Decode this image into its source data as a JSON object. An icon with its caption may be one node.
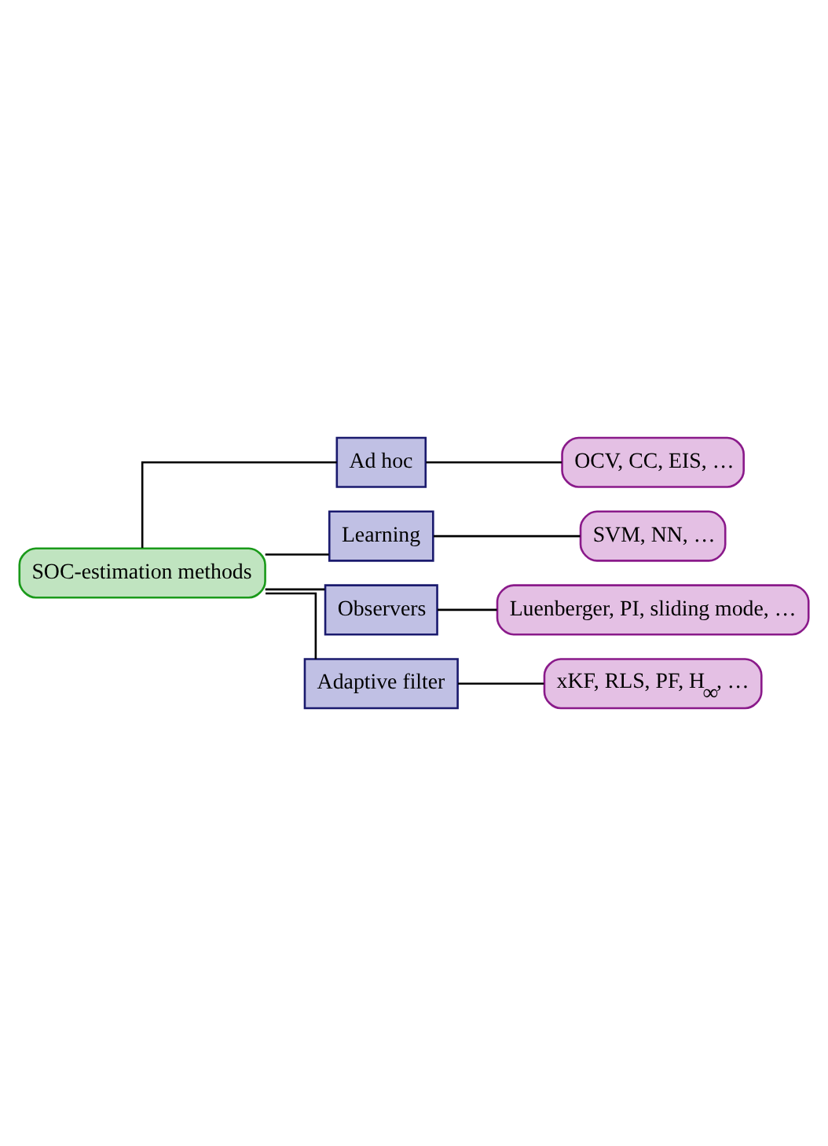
{
  "diagram": {
    "nodes": [
      {
        "text": [
          "SOC-estimation methods"
        ]
      },
      {
        "text": [
          "Ad hoc"
        ]
      },
      {
        "text": [
          "OCV, CC, EIS, …"
        ]
      },
      {
        "text": [
          "Learning"
        ]
      },
      {
        "text": [
          "SVM, NN, …"
        ]
      },
      {
        "text": [
          "Observers"
        ]
      },
      {
        "text": [
          "Luenberger, PI, sliding mode, …"
        ]
      },
      {
        "text": [
          "Adaptive filter"
        ]
      },
      {
        "text": [
          "xKF, RLS, PF, H$_{∞}$, …"
        ]
      }
    ],
    "edges": [
      {
        "from": 0,
        "to": 1,
        "arrow": "none"
      },
      {
        "from": 1,
        "to": 2,
        "arrow": "none"
      },
      {
        "from": 0,
        "to": 3,
        "arrow": "none"
      },
      {
        "from": 3,
        "to": 4,
        "arrow": "none"
      },
      {
        "from": 0,
        "to": 5,
        "arrow": "none"
      },
      {
        "from": 5,
        "to": 6,
        "arrow": "none"
      },
      {
        "from": 0,
        "to": 7,
        "arrow": "none"
      },
      {
        "from": 7,
        "to": 8,
        "arrow": "none"
      }
    ]
  }
}
